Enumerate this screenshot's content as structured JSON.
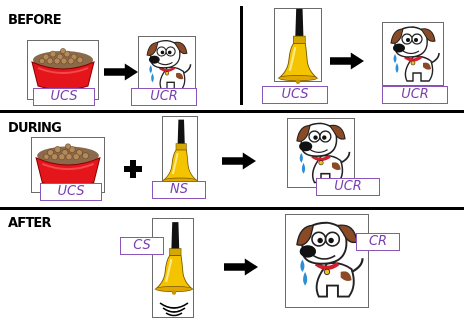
{
  "sections": {
    "before": "BEFORE",
    "during": "DURING",
    "after": "AFTER"
  },
  "labels": {
    "before_ucs": "UCS",
    "before_ucr": "UCR",
    "before_bell_ucs": "UCS",
    "before_dog_ucr": "UCR",
    "during_ucs": "UCS",
    "during_ns": "NS",
    "during_ucr": "UCR",
    "after_cs": "CS",
    "after_cr": "CR"
  },
  "symbols": {
    "plus": "+"
  },
  "colors": {
    "label_text": "#7a3fb0",
    "label_border": "#8a57b8",
    "bowl": "#e4161c",
    "bell": "#f5c400",
    "dog_spot": "#8b4a26"
  }
}
